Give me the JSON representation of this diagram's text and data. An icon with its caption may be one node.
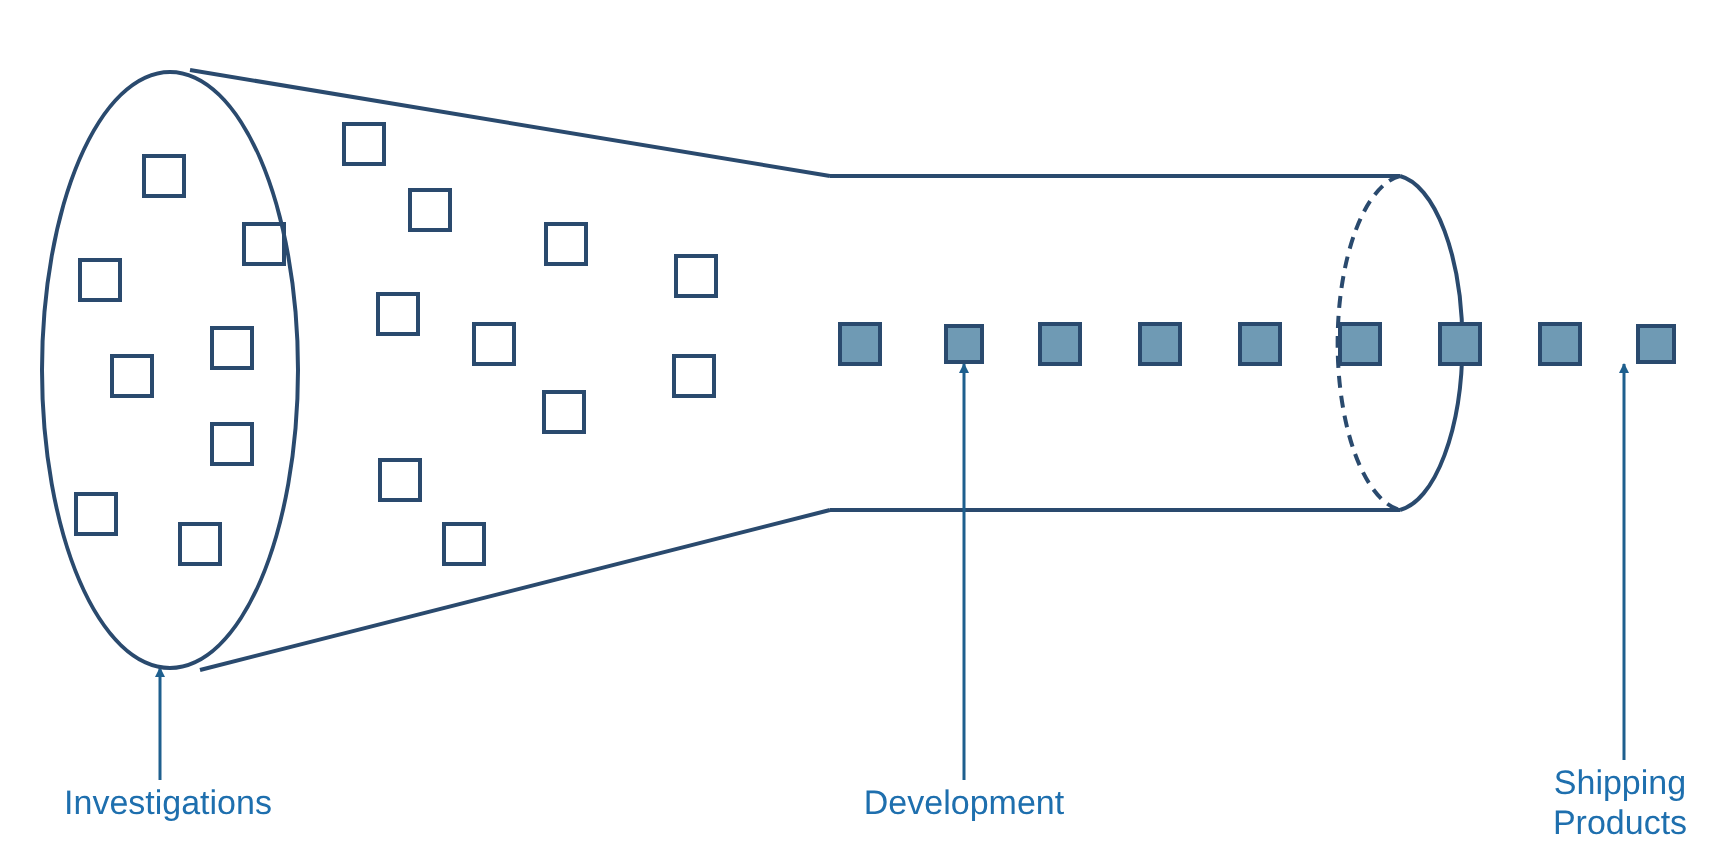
{
  "diagram": {
    "nodes": [
      {
        "text": [
          "Investigations"
        ]
      },
      {
        "text": [
          "Development"
        ]
      },
      {
        "text": [
          "Shipping Products"
        ]
      },
      {
        "text": [],
        "shape": "ellipse"
      },
      {
        "text": [],
        "shape": "box"
      },
      {
        "text": [],
        "shape": "box"
      }
    ],
    "edges": [
      {
        "from": 0,
        "to": 3,
        "arrow": "to"
      },
      {
        "from": 1,
        "to": 4,
        "arrow": "to"
      },
      {
        "from": 2,
        "to": 5,
        "arrow": "to"
      }
    ]
  }
}
